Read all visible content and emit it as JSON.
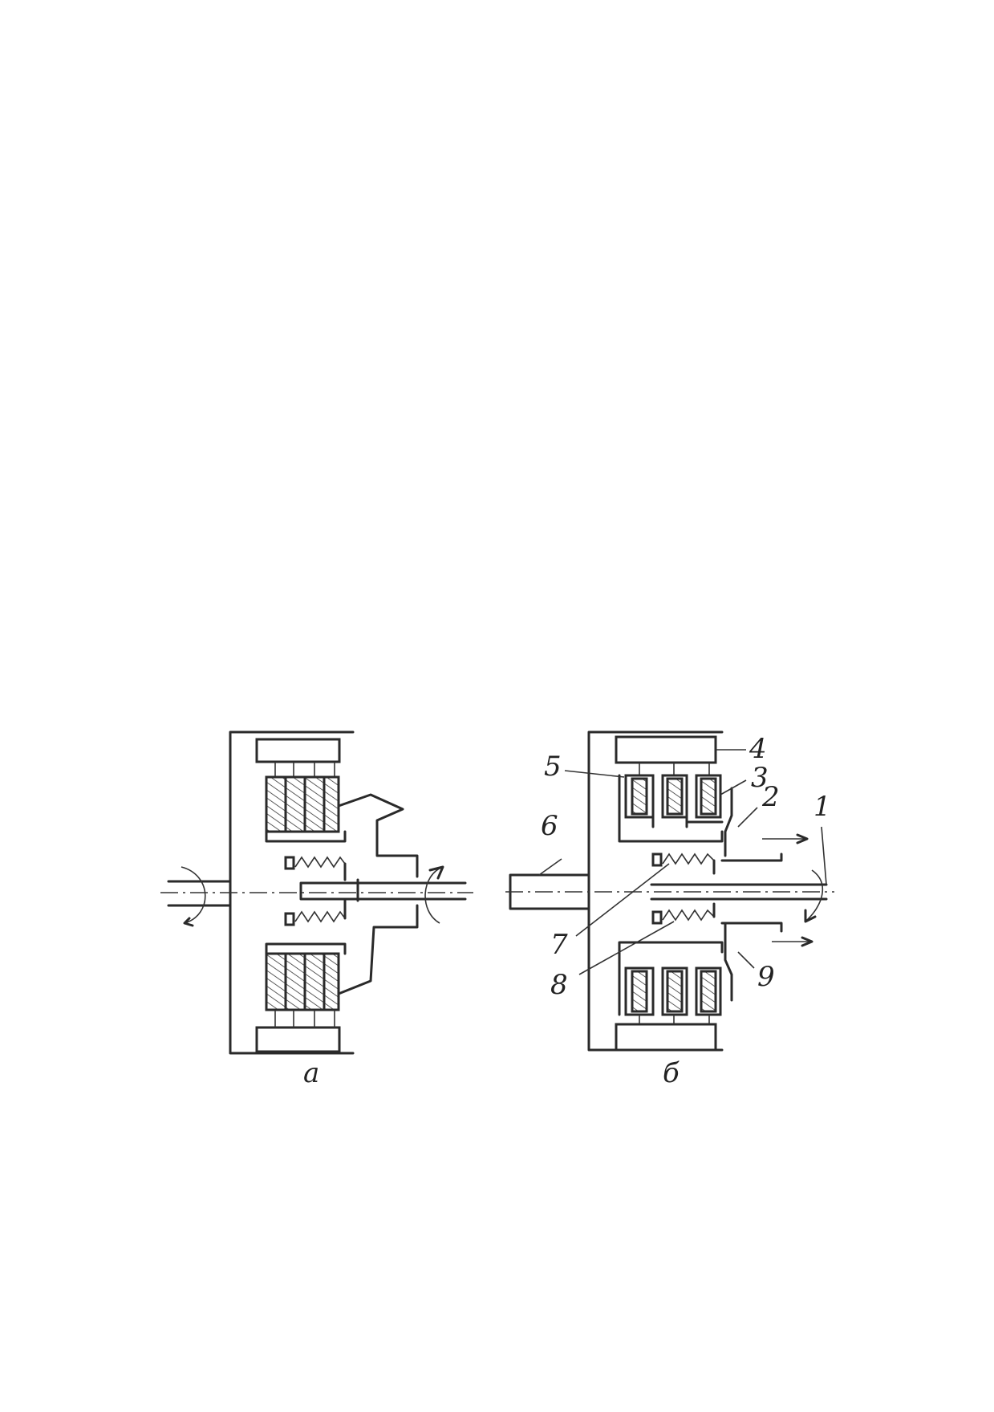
{
  "figure_a": {
    "caption": "а"
  },
  "figure_b": {
    "caption": "б",
    "callouts": [
      "1",
      "2",
      "3",
      "4",
      "5",
      "6",
      "7",
      "8",
      "9"
    ]
  }
}
